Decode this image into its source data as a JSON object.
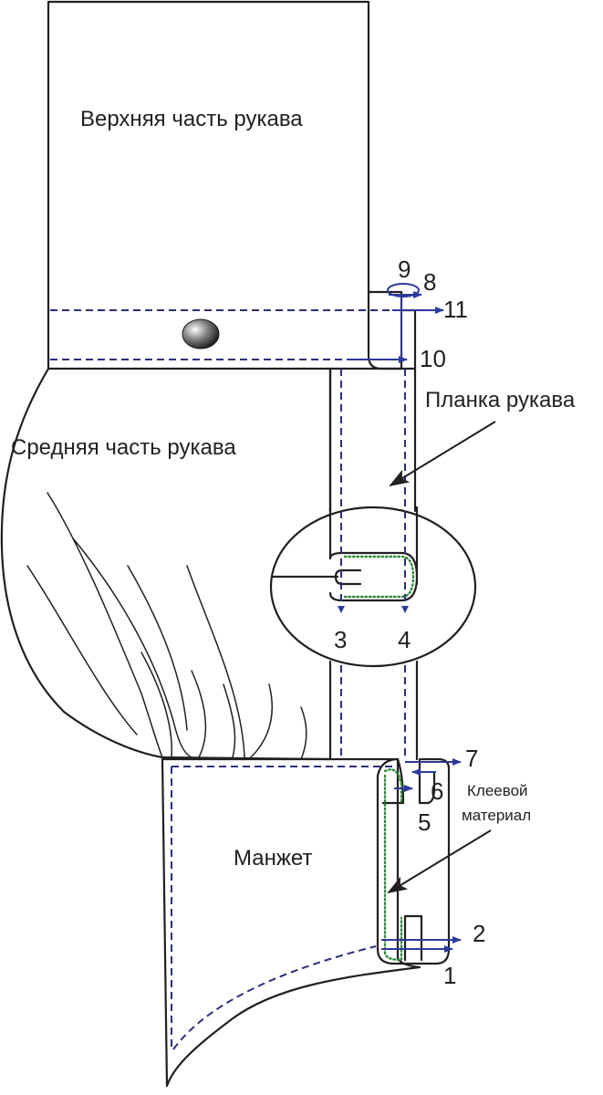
{
  "labels": {
    "upper_sleeve": "Верхняя часть рукава",
    "middle_sleeve": "Средняя часть рукава",
    "sleeve_placket": "Планка рукава",
    "cuff": "Манжет",
    "interfacing_line1": "Клеевой",
    "interfacing_line2": "материал"
  },
  "numbers": {
    "n1": "1",
    "n2": "2",
    "n3": "3",
    "n4": "4",
    "n5": "5",
    "n6": "6",
    "n7": "7",
    "n8": "8",
    "n9": "9",
    "n10": "10",
    "n11": "11"
  },
  "colors": {
    "outline": "#231f20",
    "stitch_dash": "#2b2f7a",
    "arrow": "#2b3a9a",
    "interfacing_dots": "#2e8b3a"
  }
}
